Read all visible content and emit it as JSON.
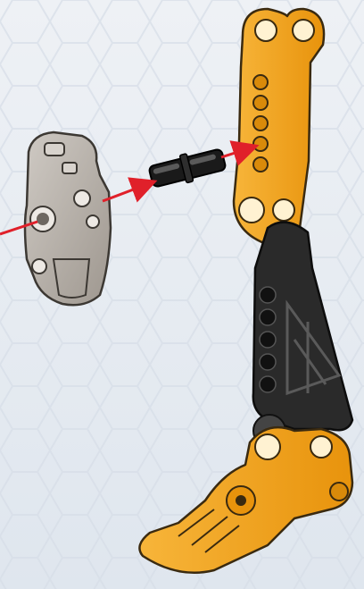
{
  "instruction_step": {
    "step_number": "",
    "parts": [
      {
        "name": "gray-connector-piece",
        "color": "#b7b1a9"
      },
      {
        "name": "black-axle-pin",
        "color": "#1a1a1a"
      },
      {
        "name": "orange-upper-beam",
        "color": "#f5a623"
      },
      {
        "name": "black-lower-beam",
        "color": "#262626"
      },
      {
        "name": "orange-foot-piece",
        "color": "#f5a623"
      }
    ],
    "arrow_color": "#e0202a",
    "background_color": "#e9edf3"
  }
}
